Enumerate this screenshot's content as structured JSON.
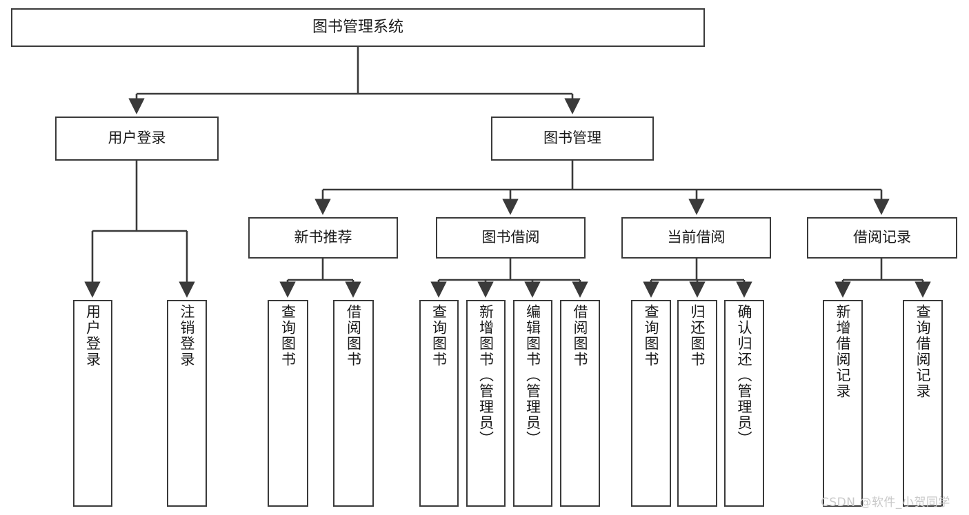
{
  "diagram": {
    "type": "tree",
    "title": "图书管理系统",
    "orientation": "top-down",
    "edge_style": "orthogonal-arrow",
    "colors": {
      "box_stroke": "#3a3a3a",
      "box_fill": "#ffffff",
      "edge": "#3a3a3a",
      "text": "#1a1a1a",
      "watermark": "#c9c9c9",
      "background": "#ffffff"
    },
    "root": {
      "label": "图书管理系统"
    },
    "level2": [
      {
        "label": "用户登录"
      },
      {
        "label": "图书管理"
      }
    ],
    "level3": [
      {
        "label": "新书推荐"
      },
      {
        "label": "图书借阅"
      },
      {
        "label": "当前借阅"
      },
      {
        "label": "借阅记录"
      }
    ],
    "leaves": {
      "user_login": [
        {
          "label": "用户登录"
        },
        {
          "label": "注销登录"
        }
      ],
      "new_book_recommend": [
        {
          "label": "查询图书"
        },
        {
          "label": "借阅图书"
        }
      ],
      "book_borrow": [
        {
          "label": "查询图书"
        },
        {
          "label": "新增图书（管理员）"
        },
        {
          "label": "编辑图书（管理员）"
        },
        {
          "label": "借阅图书"
        }
      ],
      "current_borrow": [
        {
          "label": "查询图书"
        },
        {
          "label": "归还图书"
        },
        {
          "label": "确认归还（管理员）"
        }
      ],
      "borrow_record": [
        {
          "label": "新增借阅记录"
        },
        {
          "label": "查询借阅记录"
        }
      ]
    }
  },
  "watermark": {
    "text": "CSDN @软件_小贺同学"
  }
}
